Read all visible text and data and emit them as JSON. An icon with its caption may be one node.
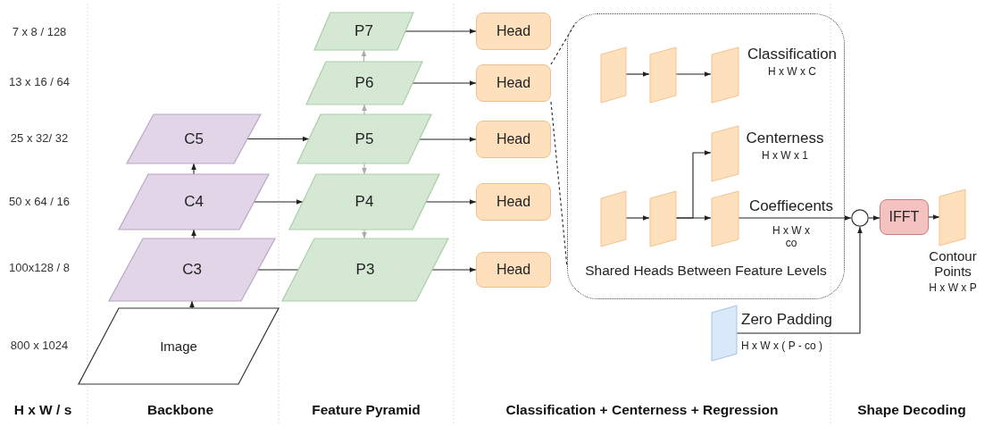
{
  "diagram": {
    "nodes": [
      {
        "text": [
          "Image"
        ]
      },
      {
        "text": [
          "C3"
        ]
      },
      {
        "text": [
          "C4"
        ]
      },
      {
        "text": [
          "C5"
        ]
      },
      {
        "text": [
          "P3"
        ]
      },
      {
        "text": [
          "P4"
        ]
      },
      {
        "text": [
          "P5"
        ]
      },
      {
        "text": [
          "P6"
        ]
      },
      {
        "text": [
          "P7"
        ]
      },
      {
        "text": [
          "Head"
        ]
      },
      {
        "text": [
          "Head"
        ]
      },
      {
        "text": [
          "Head"
        ]
      },
      {
        "text": [
          "Head"
        ]
      },
      {
        "text": [
          "Head"
        ]
      },
      {
        "text": [
          "Shared Heads Between Feature Levels"
        ]
      },
      {
        "text": [],
        "shape": "box",
        "in": 14
      },
      {
        "text": [],
        "shape": "box",
        "in": 14
      },
      {
        "text": [],
        "shape": "box",
        "in": 14,
        "beside": [
          "Classification",
          "H x W x C"
        ]
      },
      {
        "text": [],
        "shape": "box",
        "in": 14,
        "beside": [
          "Centerness",
          "H x W x 1"
        ]
      },
      {
        "text": [],
        "shape": "box",
        "in": 14
      },
      {
        "text": [],
        "shape": "box",
        "in": 14
      },
      {
        "text": [],
        "shape": "box",
        "in": 14,
        "beside": [
          "Coeffiecents",
          "H x W x co"
        ]
      },
      {
        "text": [],
        "shape": "circle"
      },
      {
        "text": [],
        "shape": "box",
        "beside": [
          "Zero Padding",
          "H x W x ( P - co )"
        ]
      },
      {
        "text": [
          "IFFT"
        ]
      },
      {
        "text": [],
        "shape": "box",
        "beside": [
          "Contour Points",
          "H x W x P"
        ]
      }
    ],
    "edges": [
      {
        "from": 0,
        "to": 1,
        "arrow": "to"
      },
      {
        "from": 1,
        "to": 2,
        "arrow": "to"
      },
      {
        "from": 2,
        "to": 3,
        "arrow": "to"
      },
      {
        "from": 3,
        "to": 6,
        "arrow": "to"
      },
      {
        "from": 2,
        "to": 5,
        "arrow": "to"
      },
      {
        "from": 1,
        "to": 4,
        "arrow": "none"
      },
      {
        "from": 7,
        "to": 8,
        "arrow": "to",
        "color": "#aaaaaa"
      },
      {
        "from": 6,
        "to": 7,
        "arrow": "to",
        "color": "#aaaaaa"
      },
      {
        "from": 6,
        "to": 5,
        "arrow": "to",
        "color": "#aaaaaa"
      },
      {
        "from": 5,
        "to": 4,
        "arrow": "to",
        "color": "#aaaaaa"
      },
      {
        "from": 8,
        "to": 9,
        "arrow": "to"
      },
      {
        "from": 7,
        "to": 10,
        "arrow": "to"
      },
      {
        "from": 6,
        "to": 11,
        "arrow": "to"
      },
      {
        "from": 5,
        "to": 12,
        "arrow": "to"
      },
      {
        "from": 4,
        "to": 13,
        "arrow": "to"
      },
      {
        "from": 10,
        "to": 14,
        "arrow": "none",
        "style": "dashed"
      },
      {
        "from": 10,
        "to": 14,
        "arrow": "none",
        "style": "dashed"
      },
      {
        "from": 15,
        "to": 16,
        "arrow": "to"
      },
      {
        "from": 16,
        "to": 17,
        "arrow": "to"
      },
      {
        "from": 19,
        "to": 20,
        "arrow": "to"
      },
      {
        "from": 20,
        "to": 21,
        "arrow": "to"
      },
      {
        "from": 20,
        "to": 18,
        "arrow": "to"
      },
      {
        "from": 21,
        "to": 22,
        "arrow": "to"
      },
      {
        "from": 23,
        "to": 22,
        "arrow": "to"
      },
      {
        "from": 22,
        "to": 24,
        "arrow": "to"
      },
      {
        "from": 24,
        "to": 25,
        "arrow": "to"
      }
    ],
    "labels": [
      "7 x 8 / 128",
      "13 x 16 / 64",
      "25 x 32/ 32",
      "50 x 64 / 16",
      "100x128 / 8",
      "800 x 1024",
      "H x W / s",
      "Backbone",
      "Feature Pyramid",
      "Classification + Centerness + Regression",
      "Shape Decoding"
    ]
  }
}
